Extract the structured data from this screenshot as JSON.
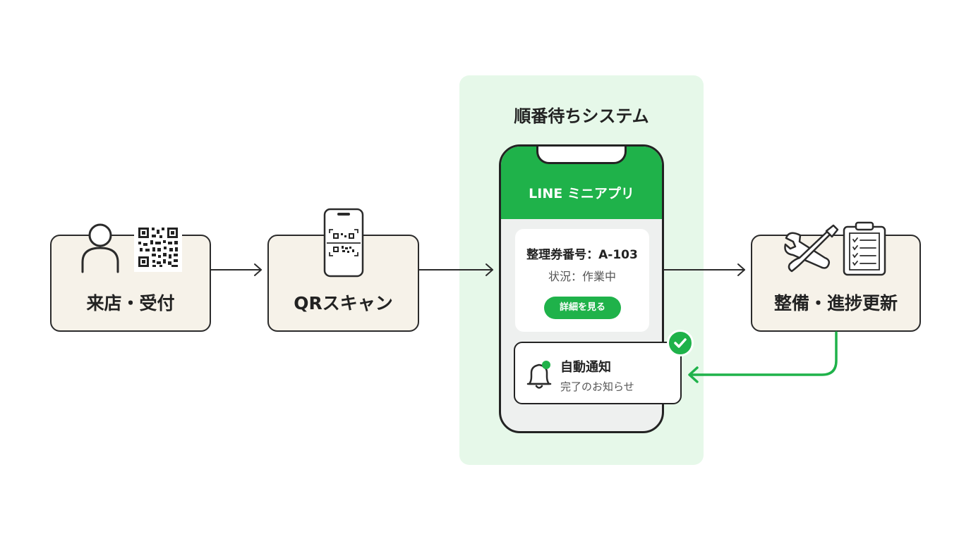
{
  "steps": {
    "reception": {
      "label": "来店・受付"
    },
    "qr_scan": {
      "label": "QRスキャン"
    },
    "maintenance": {
      "label": "整備・進捗更新"
    }
  },
  "system": {
    "title": "順番待ちシステム",
    "app_title": "LINE ミニアプリ",
    "ticket": {
      "number_text": "整理券番号：A-103",
      "status_text": "状況：作業中",
      "details_button": "詳細を見る"
    },
    "notification": {
      "title": "自動通知",
      "subtitle": "完了のお知らせ"
    }
  },
  "colors": {
    "accent_green": "#1fb24a",
    "panel_green": "#e6f8e9",
    "box_fill": "#f6f2e9",
    "stroke": "#2b2b2b"
  },
  "icons": [
    "person-icon",
    "qr-code-icon",
    "phone-qr-scan-icon",
    "wrench-screwdriver-icon",
    "clipboard-checklist-icon",
    "bell-icon",
    "check-icon"
  ]
}
